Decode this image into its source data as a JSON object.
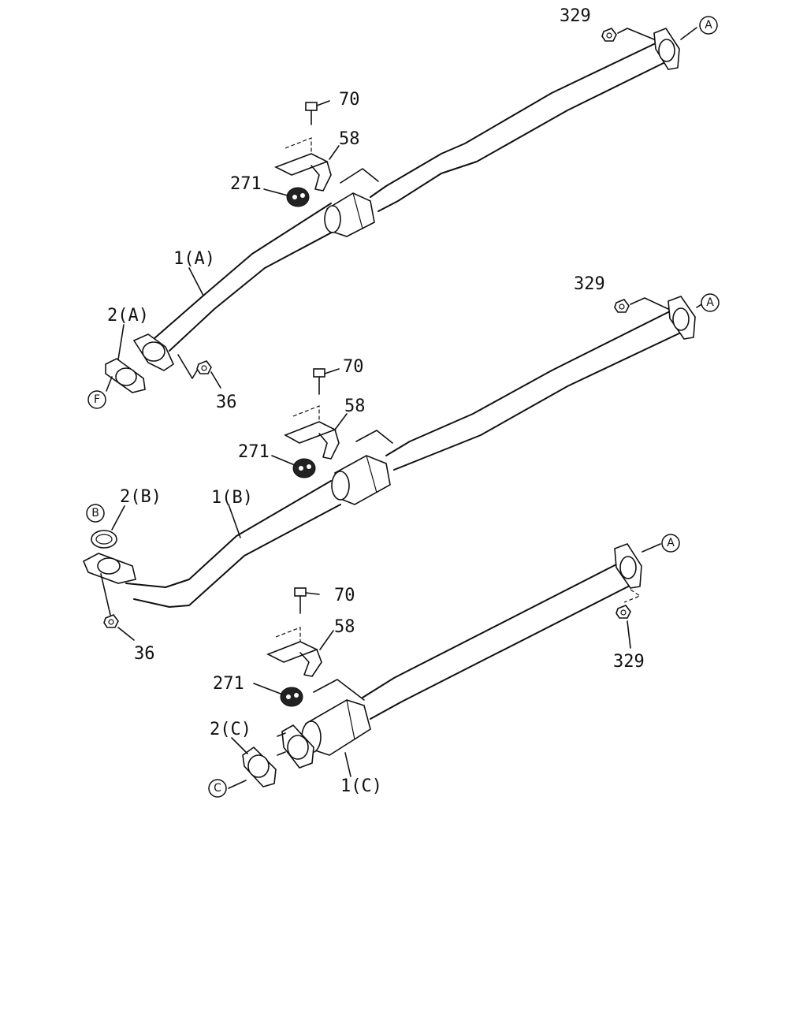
{
  "labels": {
    "a": {
      "nut_top": "329",
      "bolt": "70",
      "hanger": "58",
      "rubber": "271",
      "pipe": "1(A)",
      "gasket": "2(A)",
      "nut_front": "36",
      "ref_front": "F",
      "ref_rear": "A"
    },
    "b": {
      "nut_top": "329",
      "bolt": "70",
      "hanger": "58",
      "rubber": "271",
      "pipe": "1(B)",
      "gasket": "2(B)",
      "nut_front": "36",
      "ref_front": "B",
      "ref_rear": "A"
    },
    "c": {
      "nut_top": "329",
      "bolt": "70",
      "hanger": "58",
      "rubber": "271",
      "pipe": "1(C)",
      "gasket": "2(C)",
      "ref_front": "C",
      "ref_rear": "A"
    }
  }
}
